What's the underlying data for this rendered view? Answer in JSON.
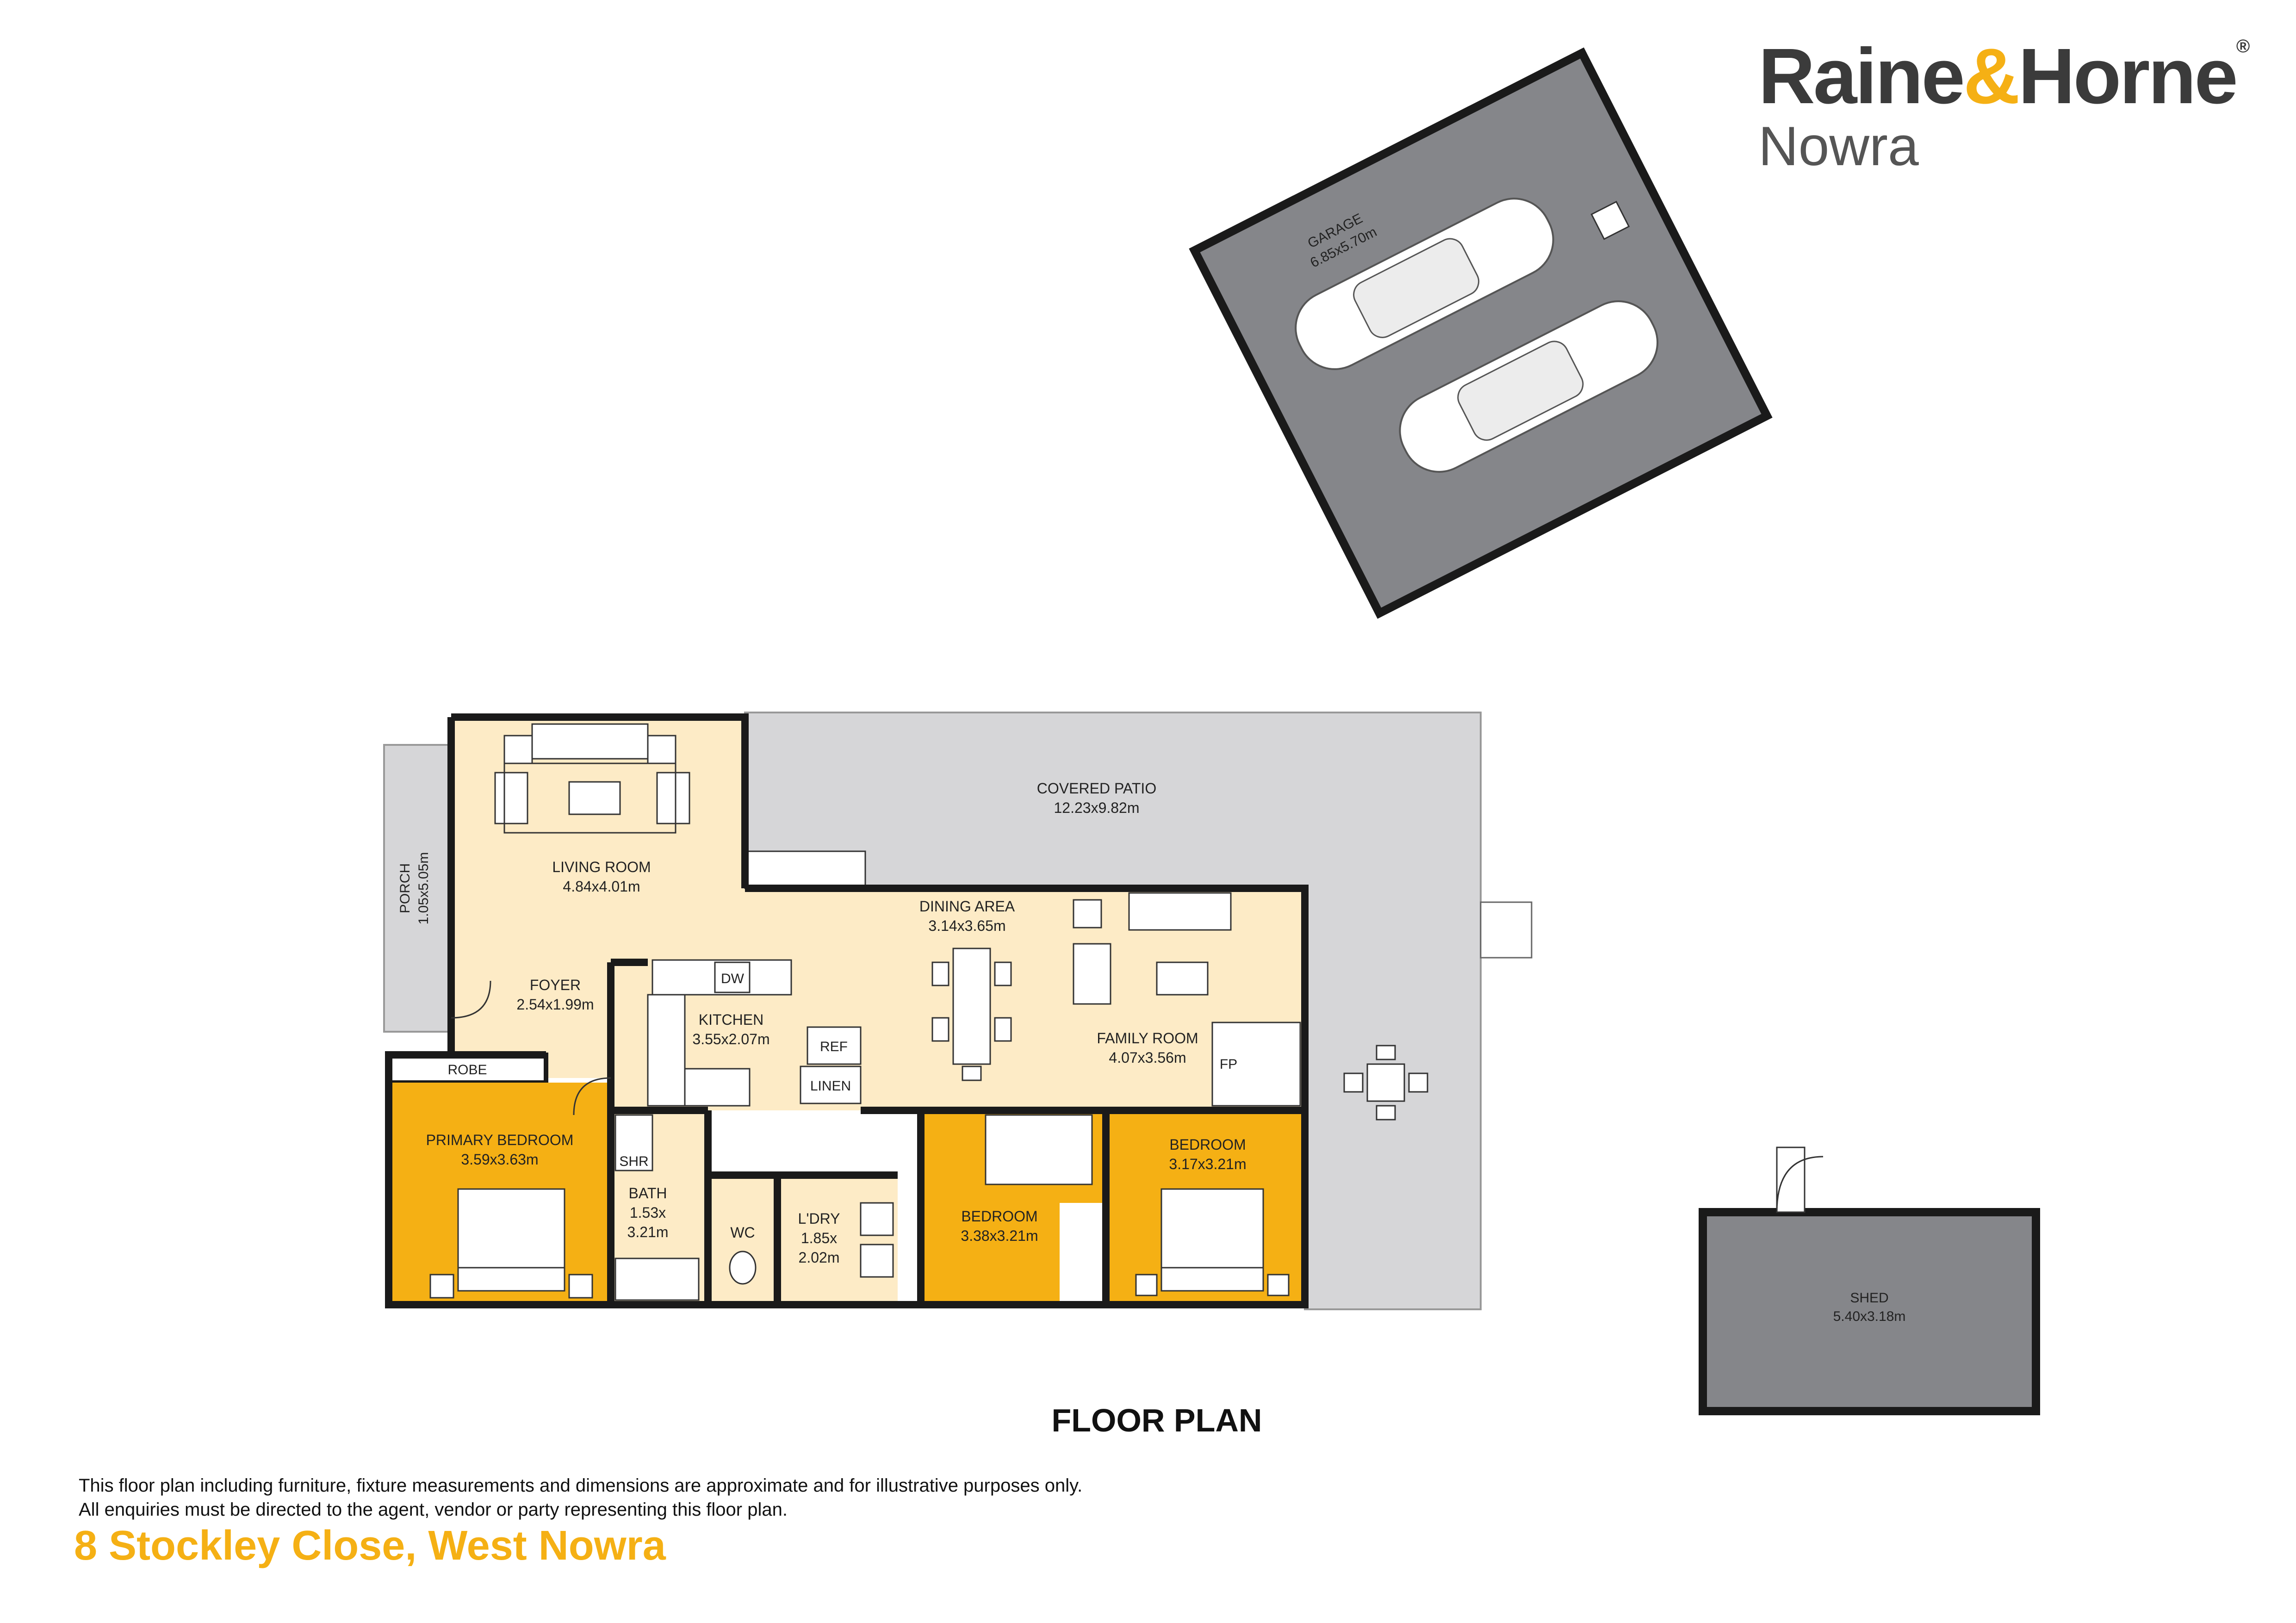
{
  "brand": {
    "name_part1": "Raine",
    "amp": "&",
    "name_part2": "Horne",
    "reg": "®",
    "office": "Nowra"
  },
  "plan_title": "FLOOR PLAN",
  "disclaimer": {
    "line1": "This floor plan including furniture, fixture measurements and dimensions are approximate and for illustrative purposes only.",
    "line2": "All enquiries must be directed to the agent, vendor or party representing this floor plan."
  },
  "address": "8 Stockley Close, West Nowra",
  "colors": {
    "living": "#fdebc6",
    "bedroom": "#f5b014",
    "patio": "#d6d6d8",
    "garage": "#85868a",
    "wet": "#fdebc6",
    "accent": "#f5b014"
  },
  "rooms": {
    "garage": {
      "name": "GARAGE",
      "dims": "6.85x5.70m"
    },
    "covered_patio": {
      "name": "COVERED PATIO",
      "dims": "12.23x9.82m"
    },
    "living_room": {
      "name": "LIVING ROOM",
      "dims": "4.84x4.01m"
    },
    "porch": {
      "name": "PORCH",
      "dims": "1.05x5.05m"
    },
    "dining_area": {
      "name": "DINING AREA",
      "dims": "3.14x3.65m"
    },
    "foyer": {
      "name": "FOYER",
      "dims": "2.54x1.99m"
    },
    "kitchen": {
      "name": "KITCHEN",
      "dims": "3.55x2.07m"
    },
    "family_room": {
      "name": "FAMILY ROOM",
      "dims": "4.07x3.56m"
    },
    "robe": {
      "name": "ROBE"
    },
    "primary_bedroom": {
      "name": "PRIMARY BEDROOM",
      "dims": "3.59x3.63m"
    },
    "bath": {
      "name": "BATH",
      "dims_line1": "1.53x",
      "dims_line2": "3.21m"
    },
    "wc": {
      "name": "WC"
    },
    "laundry": {
      "name": "L'DRY",
      "dims_line1": "1.85x",
      "dims_line2": "2.02m"
    },
    "bedroom2": {
      "name": "BEDROOM",
      "dims": "3.38x3.21m"
    },
    "bedroom3": {
      "name": "BEDROOM",
      "dims": "3.17x3.21m"
    },
    "shed": {
      "name": "SHED",
      "dims": "5.40x3.18m"
    }
  },
  "fixtures": {
    "dw": "DW",
    "ref": "REF",
    "linen": "LINEN",
    "shr": "SHR",
    "fp": "FP"
  }
}
